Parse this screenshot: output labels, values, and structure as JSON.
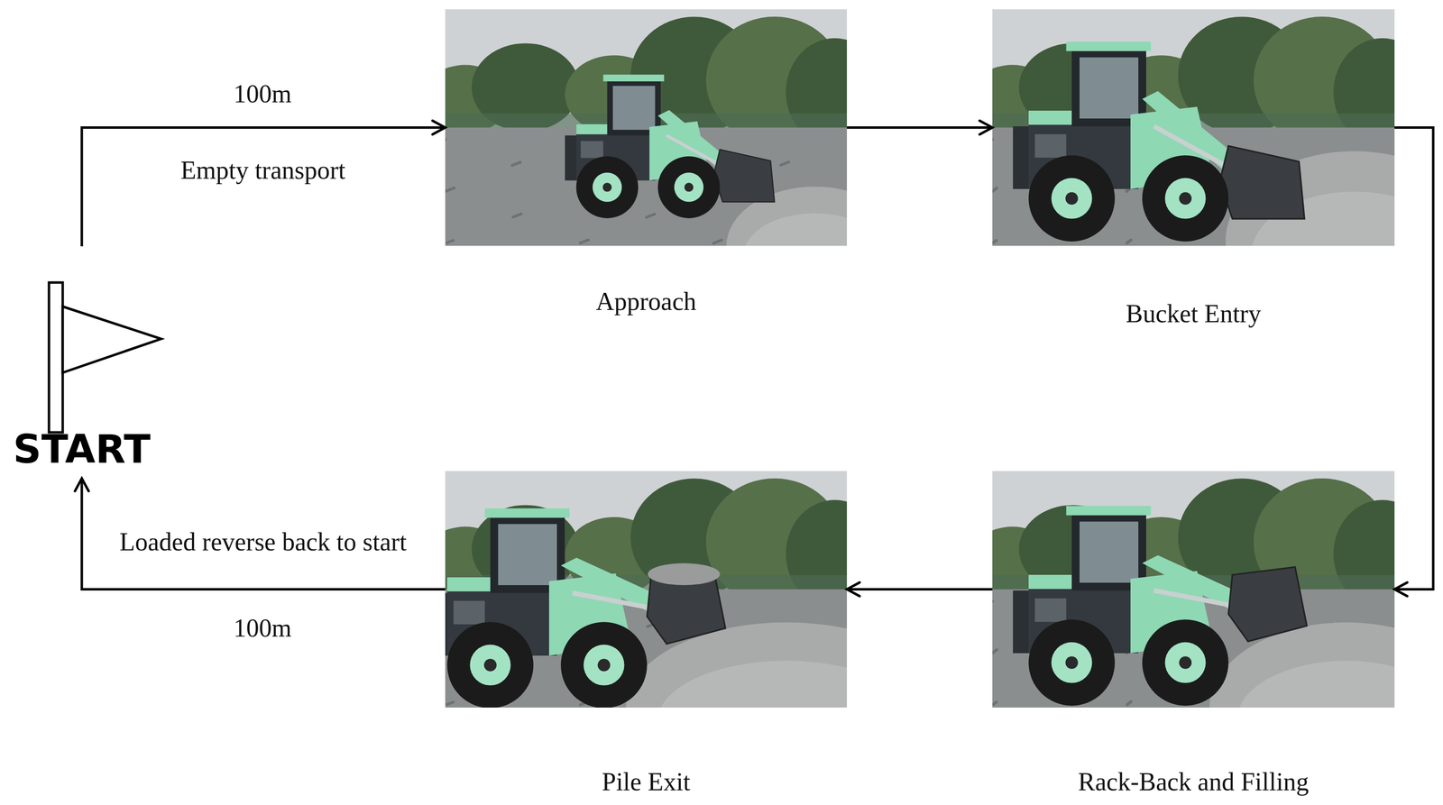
{
  "diagram": {
    "nodes": [
      {
        "text": [
          "START"
        ]
      },
      {
        "text": [
          "Approach"
        ]
      },
      {
        "text": [
          "Bucket Entry"
        ]
      },
      {
        "text": [
          "Rack-Back and Filling"
        ]
      },
      {
        "text": [
          "Pile Exit"
        ]
      }
    ],
    "edges": [
      {
        "from": 0,
        "to": 1,
        "arrow": "to",
        "label": "Empty transport"
      },
      {
        "from": 1,
        "to": 2,
        "arrow": "to"
      },
      {
        "from": 2,
        "to": 3,
        "arrow": "to"
      },
      {
        "from": 3,
        "to": 4,
        "arrow": "to"
      },
      {
        "from": 4,
        "to": 0,
        "arrow": "to",
        "label": "Loaded reverse back to start"
      }
    ],
    "labels": [
      "100m",
      "100m"
    ]
  }
}
